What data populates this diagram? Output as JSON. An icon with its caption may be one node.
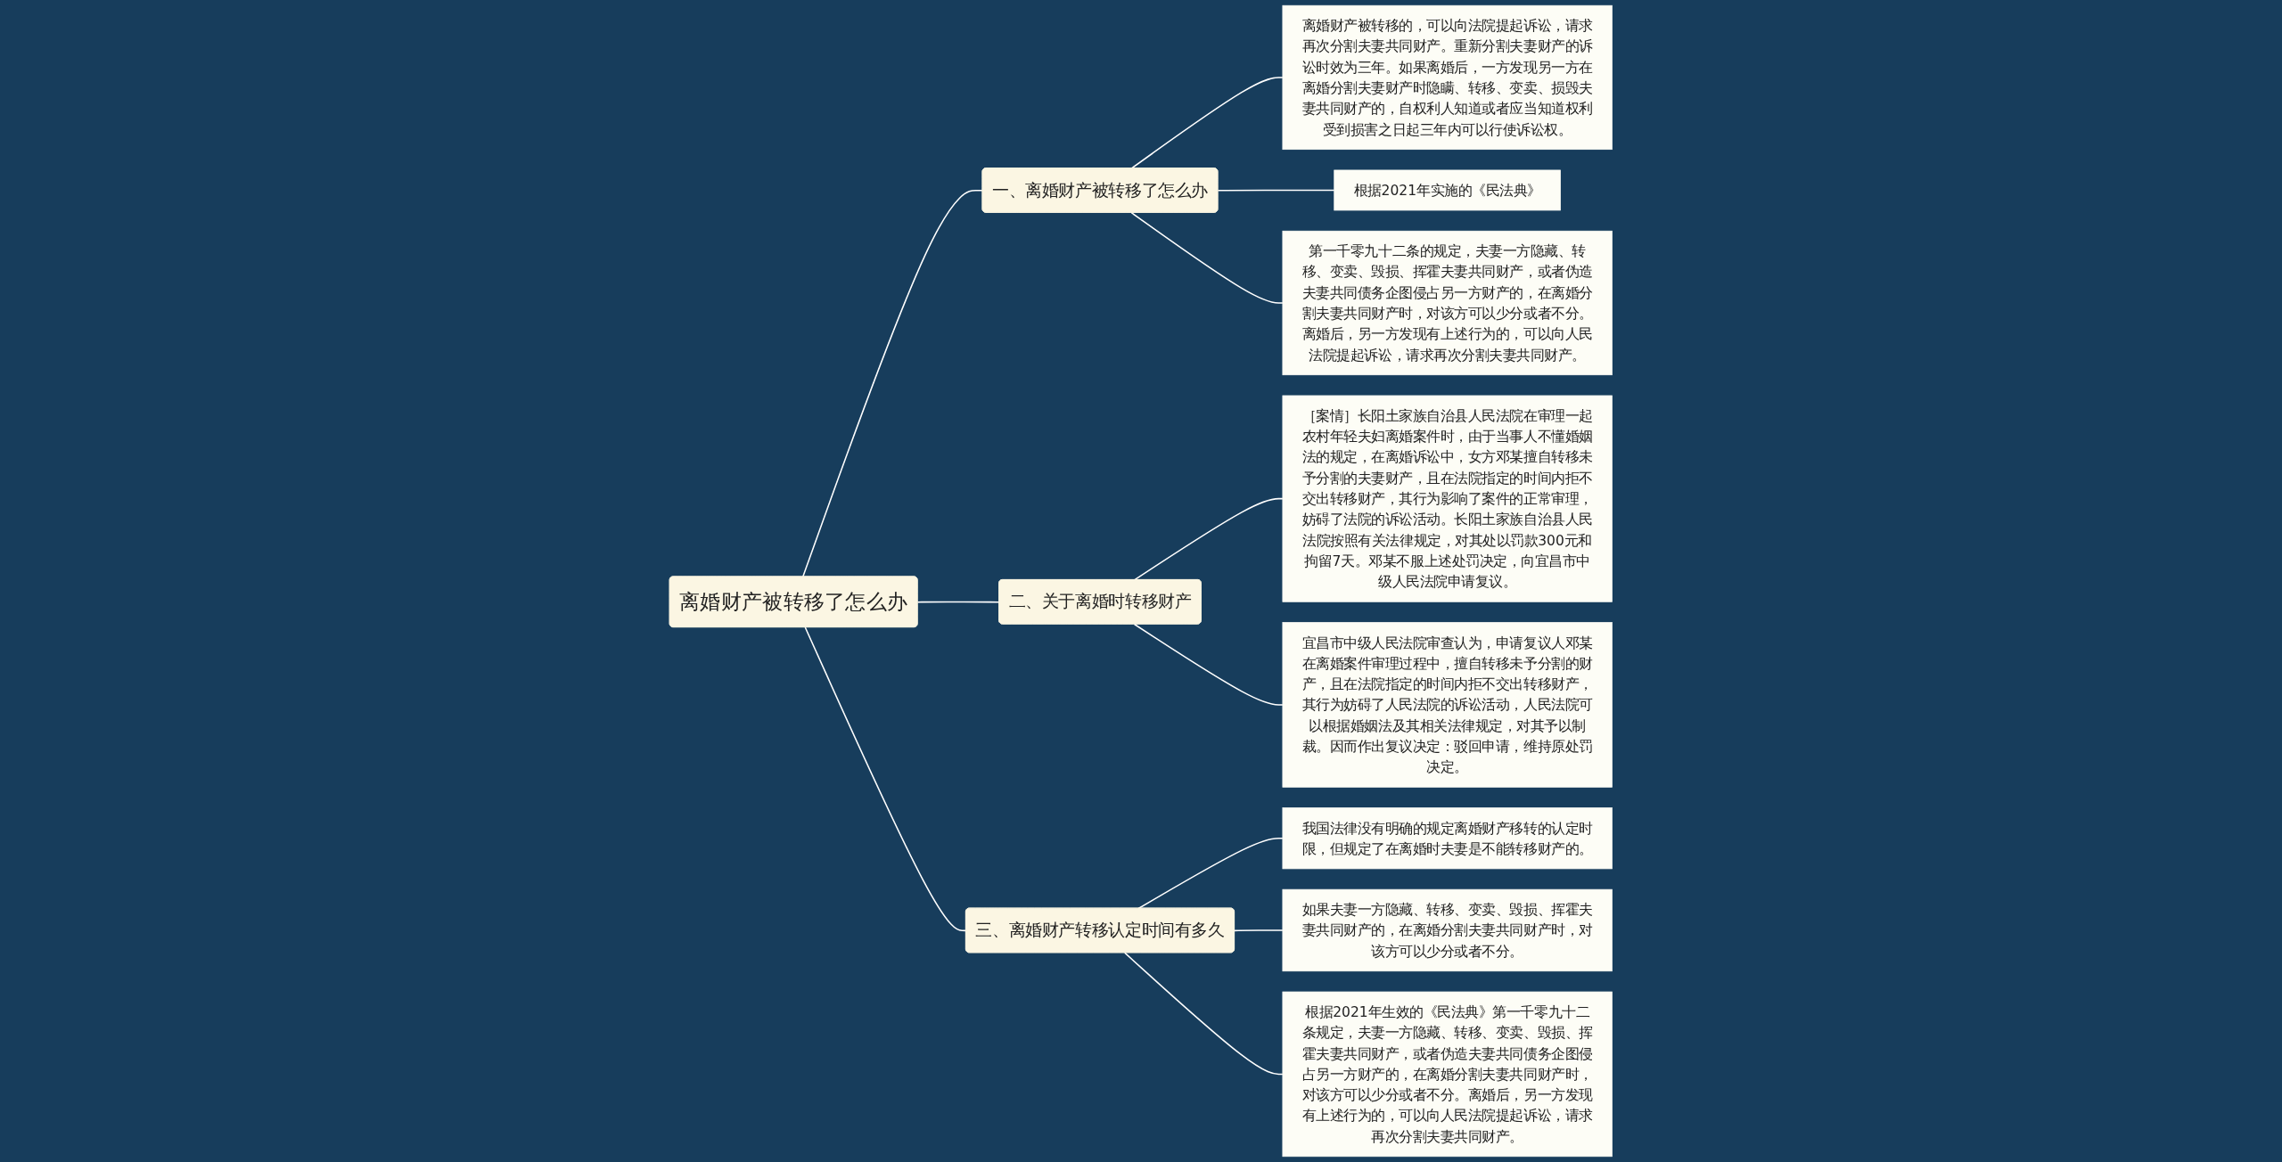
{
  "diagram": {
    "nodes": [
      {
        "text": [
          "离婚财产被转移了怎么办"
        ]
      },
      {
        "text": [
          "一、离婚财产被转移了怎么办"
        ]
      },
      {
        "text": [
          "离婚财产被转移的，可以向法院提起诉讼，请求再次分割夫妻共同财产。重新分割夫妻财产的诉讼时效为三年。如果离婚后，一方发现另一方在离婚分割夫妻财产时隐瞒、转移、变卖、损毁夫妻共同财产的，自权利人知道或者应当知道权利受到损害之日起三年内可以行使诉讼权。"
        ]
      },
      {
        "text": [
          "根据2021年实施的《民法典》"
        ]
      },
      {
        "text": [
          "第一千零九十二条的规定，夫妻一方隐藏、转移、变卖、毁损、挥霍夫妻共同财产，或者伪造夫妻共同债务企图侵占另一方财产的，在离婚分割夫妻共同财产时，对该方可以少分或者不分。离婚后，另一方发现有上述行为的，可以向人民法院提起诉讼，请求再次分割夫妻共同财产。"
        ]
      },
      {
        "text": [
          "二、关于离婚时转移财产"
        ]
      },
      {
        "text": [
          "［案情］长阳土家族自治县人民法院在审理一起农村年轻夫妇离婚案件时，由于当事人不懂婚姻法的规定，在离婚诉讼中，女方邓某擅自转移未予分割的夫妻财产，且在法院指定的时间内拒不交出转移财产，其行为影响了案件的正常审理，妨碍了法院的诉讼活动。长阳土家族自治县人民法院按照有关法律规定，对其处以罚款300元和拘留7天。邓某不服上述处罚决定，向宜昌市中级人民法院申请复议。"
        ]
      },
      {
        "text": [
          "宜昌市中级人民法院审查认为，申请复议人邓某在离婚案件审理过程中，擅自转移未予分割的财产，且在法院指定的时间内拒不交出转移财产，其行为妨碍了人民法院的诉讼活动，人民法院可以根据婚姻法及其相关法律规定，对其予以制裁。因而作出复议决定：驳回申请，维持原处罚决定。"
        ]
      },
      {
        "text": [
          "三、离婚财产转移认定时间有多久"
        ]
      },
      {
        "text": [
          "我国法律没有明确的规定离婚财产移转的认定时限，但规定了在离婚时夫妻是不能转移财产的。"
        ]
      },
      {
        "text": [
          "如果夫妻一方隐藏、转移、变卖、毁损、挥霍夫妻共同财产的，在离婚分割夫妻共同财产时，对该方可以少分或者不分。"
        ]
      },
      {
        "text": [
          "根据2021年生效的《民法典》第一千零九十二条规定，夫妻一方隐藏、转移、变卖、毁损、挥霍夫妻共同财产，或者伪造夫妻共同债务企图侵占另一方财产的，在离婚分割夫妻共同财产时，对该方可以少分或者不分。离婚后，另一方发现有上述行为的，可以向人民法院提起诉讼，请求再次分割夫妻共同财产。"
        ]
      }
    ],
    "edges": [
      {
        "from": 0,
        "to": 1,
        "arrow": "none"
      },
      {
        "from": 1,
        "to": 2,
        "arrow": "none"
      },
      {
        "from": 1,
        "to": 3,
        "arrow": "none"
      },
      {
        "from": 1,
        "to": 4,
        "arrow": "none"
      },
      {
        "from": 0,
        "to": 5,
        "arrow": "none"
      },
      {
        "from": 5,
        "to": 6,
        "arrow": "none"
      },
      {
        "from": 5,
        "to": 7,
        "arrow": "none"
      },
      {
        "from": 0,
        "to": 8,
        "arrow": "none"
      },
      {
        "from": 8,
        "to": 9,
        "arrow": "none"
      },
      {
        "from": 8,
        "to": 10,
        "arrow": "none"
      },
      {
        "from": 8,
        "to": 11,
        "arrow": "none"
      }
    ]
  }
}
